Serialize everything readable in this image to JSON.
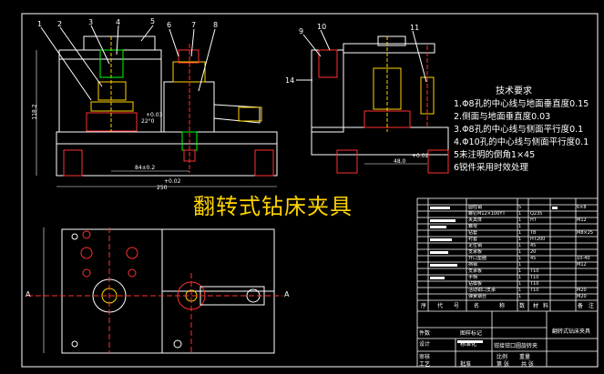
{
  "title": "翻转式钻床夹具",
  "tech_requirements": {
    "heading": "技术要求",
    "items": [
      "1.Φ8孔的中心线与地面垂直度0.15",
      "2.侧面与地面垂直度0.03",
      "3.Φ8孔的中心线与侧面平行度0.1",
      "4.Φ10孔的中心线与侧面平行度0.1",
      "5未注明的倒角1×45",
      "6锐件采用时效处理"
    ]
  },
  "front_view": {
    "part_numbers": [
      "1",
      "2",
      "3",
      "4",
      "5",
      "6",
      "7",
      "8"
    ],
    "dimensions": {
      "base_span": "84±0.2",
      "total_width": "250",
      "angle": "22°0",
      "tol_a": "+0.03",
      "tol_b": "+0.02",
      "height": "118.2"
    }
  },
  "side_view": {
    "part_numbers": [
      "9",
      "10",
      "11",
      "14"
    ],
    "dimensions": {
      "width": "48.0",
      "tol": "+0.02"
    }
  },
  "plan_view": {
    "section_marks": [
      "A",
      "A"
    ]
  },
  "title_block": {
    "drawing_name": "翻转式钻床夹具",
    "rows": [
      {
        "no": "",
        "name": "圆柱销",
        "qty": "5",
        "mat": "",
        "note": "6×8"
      },
      {
        "no": "",
        "name": "螺钉M12×100YT",
        "qty": "1",
        "mat": "Q235",
        "note": ""
      },
      {
        "no": "",
        "name": "夹具体",
        "qty": "1",
        "mat": "HT",
        "note": "M12"
      },
      {
        "no": "",
        "name": "螺母",
        "qty": "1",
        "mat": "",
        "note": ""
      },
      {
        "no": "",
        "name": "钻套",
        "qty": "1",
        "mat": "T8",
        "note": "M8×25"
      },
      {
        "no": "",
        "name": "衬套",
        "qty": "1",
        "mat": "HT200",
        "note": ""
      },
      {
        "no": "",
        "name": "定位销",
        "qty": "1",
        "mat": "45",
        "note": ""
      },
      {
        "no": "",
        "name": "支承板",
        "qty": "1",
        "mat": "20",
        "note": ""
      },
      {
        "no": "",
        "name": "开口垫圈",
        "qty": "1",
        "mat": "45",
        "note": "10-40"
      },
      {
        "no": "",
        "name": "挡销",
        "qty": "1",
        "mat": "",
        "note": "M12"
      },
      {
        "no": "",
        "name": "支承板",
        "qty": "1",
        "mat": "T10",
        "note": ""
      },
      {
        "no": "",
        "name": "手柄",
        "qty": "1",
        "mat": "T10",
        "note": ""
      },
      {
        "no": "",
        "name": "钻模板",
        "qty": "1",
        "mat": "T10",
        "note": ""
      },
      {
        "no": "",
        "name": "活动钳口支承",
        "qty": "1",
        "mat": "T10",
        "note": "M20"
      },
      {
        "no": "",
        "name": "弹簧钢丝",
        "qty": "1",
        "mat": "",
        "note": "M20"
      }
    ],
    "header": [
      "序",
      "代",
      "号",
      "名",
      "称",
      "数",
      "材",
      "料",
      "备",
      "注"
    ],
    "footer_labels": {
      "design": "设计",
      "check": "审核",
      "process": "工艺",
      "approve": "批准",
      "scale": "比例",
      "weight": "重量",
      "sheet": "第 张",
      "total": "共 张",
      "unit": "钳接钳口圆旋转夹",
      "drawing_no": "图样标记",
      "count_label": "件数",
      "standard": "标准化"
    }
  }
}
